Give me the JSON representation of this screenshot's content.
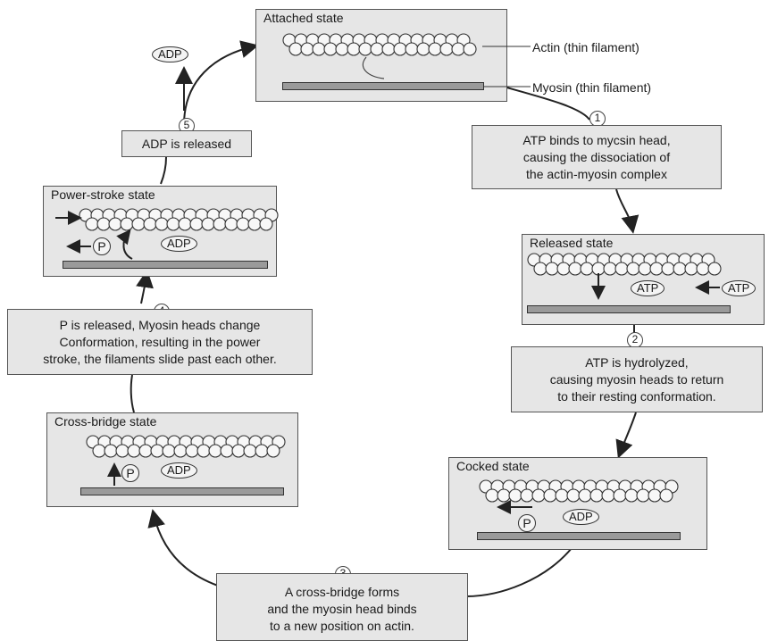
{
  "states": {
    "attached": "Attached state",
    "released": "Released state",
    "cocked": "Cocked state",
    "cross_bridge": "Cross-bridge state",
    "power_stroke": "Power-stroke state"
  },
  "labels": {
    "actin": "Actin (thin filament)",
    "myosin": "Myosin (thin filament)"
  },
  "steps": [
    {
      "num": "1",
      "lines": [
        "ATP binds to mycsin head,",
        "causing the dissociation of",
        "the actin-myosin complex"
      ]
    },
    {
      "num": "2",
      "lines": [
        "ATP is hydrolyzed,",
        "causing myosin heads to return",
        "to their resting conformation."
      ]
    },
    {
      "num": "3",
      "lines": [
        "A cross-bridge forms",
        "and the myosin head binds",
        "to a new position on actin."
      ]
    },
    {
      "num": "4",
      "lines": [
        "P is released, Myosin heads change",
        "Conformation, resulting in the power",
        "stroke, the filaments slide past each other."
      ]
    },
    {
      "num": "5",
      "lines": [
        "ADP is released"
      ]
    }
  ],
  "molecules": {
    "adp": "ADP",
    "atp": "ATP",
    "p": "P"
  }
}
